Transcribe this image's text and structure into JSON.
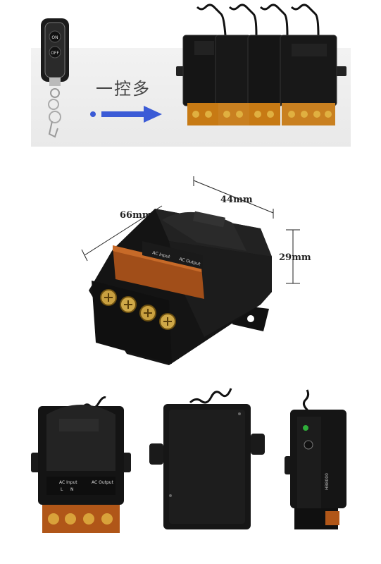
{
  "banner": {
    "caption": "一控多",
    "remote_labels": {
      "on": "ON",
      "off": "OFF"
    }
  },
  "dimensions": {
    "width": "44mm",
    "length": "66mm",
    "height": "29mm"
  },
  "terminal_labels": {
    "input": "AC Input",
    "output": "AC Output",
    "l": "L",
    "n": "N"
  },
  "side_label": "HB8000"
}
